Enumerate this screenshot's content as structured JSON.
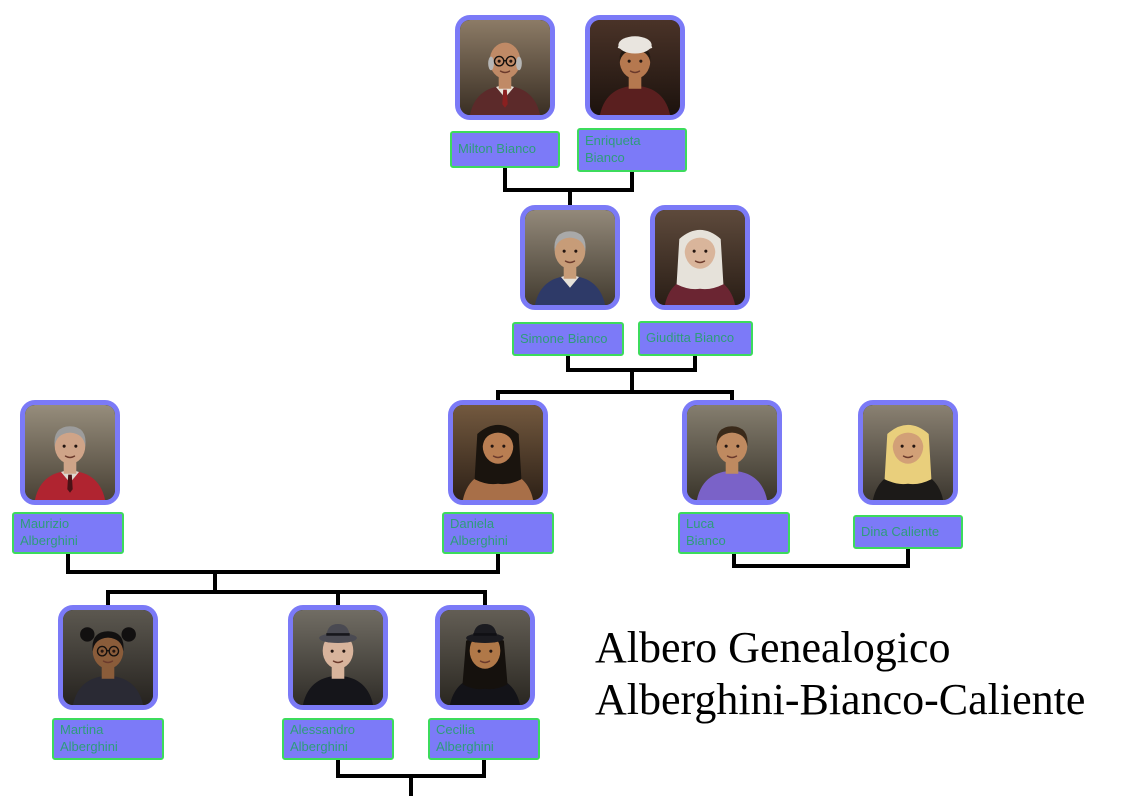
{
  "title": "Albero Genealogico\nAlberghini-Bianco-Caliente",
  "colors": {
    "background": "#ffffff",
    "line": "#000000",
    "label_bg": "#7c7af8",
    "label_border": "#3cdb5c",
    "label_text": "#2e9c7b",
    "portrait_border": "#7b7af7"
  },
  "people": [
    {
      "id": "milton-bianco",
      "name": "Milton Bianco",
      "display_name": "Milton Bianco",
      "portrait": {
        "style": "bald",
        "bg": [
          "#8c7b66",
          "#3a2f24"
        ],
        "skin": "#c08a66",
        "hair": "#b6b6b6",
        "top": "#5c2a2a",
        "collar": "#e8e4da",
        "tie": "#8a2020",
        "glasses": true
      }
    },
    {
      "id": "enriqueta-bianco",
      "name": "Enriqueta Bianco",
      "display_name": "Enriqueta\nBianco",
      "portrait": {
        "style": "cap",
        "bg": [
          "#4a3328",
          "#1c120d"
        ],
        "skin": "#b5784f",
        "hair": "#241a12",
        "cap": "#e9e5df",
        "top": "#5a1f1f"
      }
    },
    {
      "id": "simone-bianco",
      "name": "Simone Bianco",
      "display_name": "Simone Bianco",
      "portrait": {
        "style": "short",
        "bg": [
          "#93897a",
          "#433c30"
        ],
        "skin": "#c79c78",
        "hair": "#a9a9a9",
        "top": "#2e3a68",
        "collar": "#e6e2da"
      }
    },
    {
      "id": "giuditta-bianco",
      "name": "Giuditta Bianco",
      "display_name": "Giuditta Bianco",
      "portrait": {
        "style": "long",
        "bg": [
          "#5e4a3c",
          "#2a1e16"
        ],
        "skin": "#d9b59b",
        "hair": "#e6e2da",
        "top": "#6b2532"
      }
    },
    {
      "id": "maurizio-alberghini",
      "name": "Maurizio Alberghini",
      "display_name": "Maurizio\nAlberghini",
      "portrait": {
        "style": "short",
        "bg": [
          "#968d7c",
          "#4a4236"
        ],
        "skin": "#cfa488",
        "hair": "#9c9c9c",
        "top": "#b02430",
        "collar": "#ddd8d0",
        "tie": "#4a1216"
      }
    },
    {
      "id": "daniela-alberghini",
      "name": "Daniela Alberghini",
      "display_name": "Daniela\nAlberghini",
      "portrait": {
        "style": "long",
        "bg": [
          "#73593f",
          "#2e2117"
        ],
        "skin": "#b97e52",
        "hair": "#1a140e",
        "top": "#a86f48"
      }
    },
    {
      "id": "luca-bianco",
      "name": "Luca Bianco",
      "display_name": "Luca\nBianco",
      "portrait": {
        "style": "short",
        "bg": [
          "#857e6f",
          "#3b362c"
        ],
        "skin": "#bf8a60",
        "hair": "#3a2a1a",
        "top": "#7a62c8"
      }
    },
    {
      "id": "dina-caliente",
      "name": "Dina Caliente",
      "display_name": "Dina Caliente",
      "portrait": {
        "style": "long",
        "bg": [
          "#8a8172",
          "#3d3830"
        ],
        "skin": "#d2a077",
        "hair": "#e9cf7c",
        "top": "#1c1a18"
      }
    },
    {
      "id": "martina-alberghini",
      "name": "Martina Alberghini",
      "display_name": "Martina\nAlberghini",
      "portrait": {
        "style": "pigtails",
        "bg": [
          "#5c5850",
          "#26231f"
        ],
        "skin": "#8a5c3a",
        "hair": "#121010",
        "top": "#2a2a34",
        "glasses": true
      }
    },
    {
      "id": "alessandro-alberghini",
      "name": "Alessandro Alberghini",
      "display_name": "Alessandro\nAlberghini",
      "portrait": {
        "style": "hat",
        "bg": [
          "#716d64",
          "#302d28"
        ],
        "skin": "#d8b49c",
        "hair": "#201a16",
        "hat": "#4a4a52",
        "hatband": "#17171c",
        "top": "#15151a"
      }
    },
    {
      "id": "cecilia-alberghini",
      "name": "Cecilia Alberghini",
      "display_name": "Cecilia\nAlberghini",
      "portrait": {
        "style": "hat-long",
        "bg": [
          "#635e55",
          "#2a2721"
        ],
        "skin": "#b07848",
        "hair": "#15110d",
        "hat": "#1b1b20",
        "hatband": "#101014",
        "top": "#131318"
      }
    }
  ],
  "relationships": {
    "couples": [
      {
        "partners": [
          "milton-bianco",
          "enriqueta-bianco"
        ],
        "children": [
          "simone-bianco"
        ]
      },
      {
        "partners": [
          "simone-bianco",
          "giuditta-bianco"
        ],
        "children": [
          "daniela-alberghini",
          "luca-bianco"
        ]
      },
      {
        "partners": [
          "maurizio-alberghini",
          "daniela-alberghini"
        ],
        "children": [
          "martina-alberghini",
          "alessandro-alberghini",
          "cecilia-alberghini"
        ]
      },
      {
        "partners": [
          "luca-bianco",
          "dina-caliente"
        ],
        "children": []
      },
      {
        "partners": [
          "alessandro-alberghini",
          "cecilia-alberghini"
        ],
        "children": [],
        "has_offscreen_child_line": true
      }
    ]
  }
}
